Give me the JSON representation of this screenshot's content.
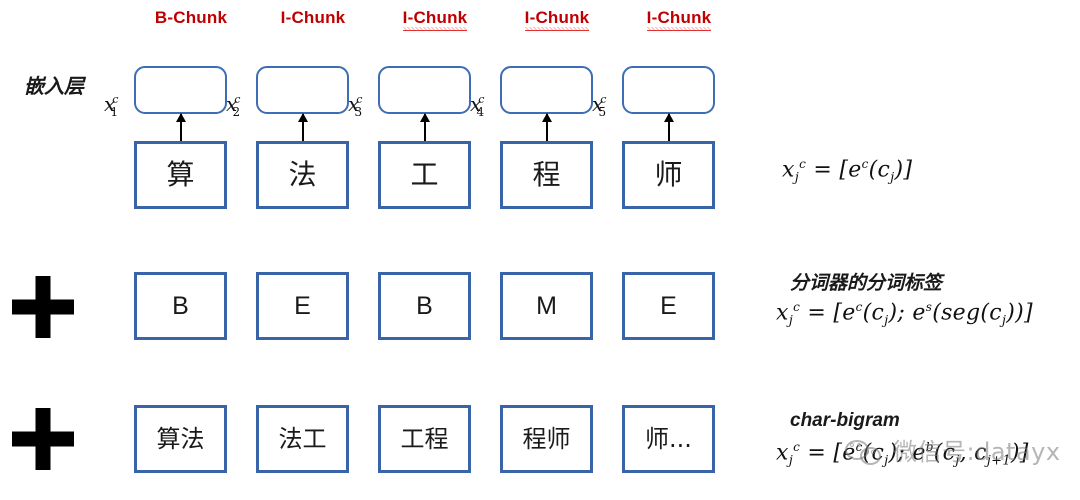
{
  "diagram": {
    "title_row_labels": [
      {
        "text": "B-Chunk",
        "squiggly": false
      },
      {
        "text": "I-Chunk",
        "squiggly": false
      },
      {
        "text": "I-Chunk",
        "squiggly": true
      },
      {
        "text": "I-Chunk",
        "squiggly": true
      },
      {
        "text": "I-Chunk",
        "squiggly": true
      }
    ],
    "embedding_layer_label": "嵌入层",
    "embedding_vector_labels": [
      {
        "base": "x",
        "sup": "c",
        "sub": "1"
      },
      {
        "base": "x",
        "sup": "c",
        "sub": "2"
      },
      {
        "base": "x",
        "sup": "c",
        "sub": "3"
      },
      {
        "base": "x",
        "sup": "c",
        "sub": "4"
      },
      {
        "base": "x",
        "sup": "c",
        "sub": "5"
      }
    ],
    "rows": [
      {
        "name": "character-row",
        "cells": [
          "算",
          "法",
          "工",
          "程",
          "师"
        ],
        "script": "cjk"
      },
      {
        "name": "segmentation-tag-row",
        "cells": [
          "B",
          "E",
          "B",
          "M",
          "E"
        ],
        "script": "latin"
      },
      {
        "name": "char-bigram-row",
        "cells": [
          "算法",
          "法工",
          "工程",
          "程师",
          "师..."
        ],
        "script": "cjk"
      }
    ],
    "operators": [
      "+",
      "+"
    ],
    "annotations": [
      {
        "caption": "",
        "formula_html": "x<sub>j</sub><sup>c</sup> = [e<sup>c</sup>(c<sub>j</sub>)]"
      },
      {
        "caption": "分词器的分词标签",
        "formula_html": "x<sub>j</sub><sup>c</sup> = [e<sup>c</sup>(c<sub>j</sub>); e<sup>s</sup>(seg(c<sub>j</sub>))]"
      },
      {
        "caption": "char-bigram",
        "formula_html": "x<sub>j</sub><sup>c</sup> = [e<sup>c</sup>(c<sub>j</sub>); e<sup>b</sup>(c<sub>j</sub>, c<sub>j+1</sub>)]"
      }
    ],
    "watermark_text": "微信号:datayx",
    "colors": {
      "chunk_label": "#C00000",
      "box_border": "#3A64A8",
      "embedding_border": "#3E6DB5",
      "text": "#111111"
    }
  }
}
